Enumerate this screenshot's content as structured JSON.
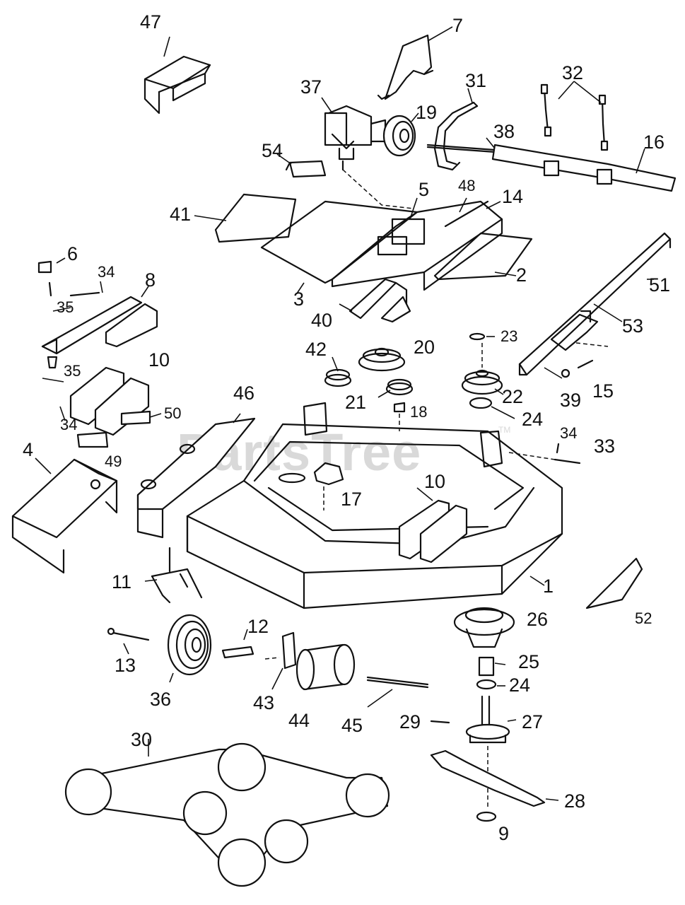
{
  "watermark": {
    "text": "PartsTree",
    "trademark": "TM"
  },
  "callouts": [
    "47",
    "7",
    "37",
    "19",
    "31",
    "32",
    "38",
    "16",
    "54",
    "5",
    "48",
    "14",
    "41",
    "2",
    "3",
    "40",
    "6",
    "34",
    "8",
    "35",
    "10",
    "51",
    "53",
    "23",
    "20",
    "42",
    "21",
    "18",
    "22",
    "39",
    "15",
    "24",
    "50",
    "46",
    "49",
    "4",
    "33",
    "17",
    "1",
    "11",
    "26",
    "52",
    "12",
    "13",
    "36",
    "43",
    "44",
    "45",
    "25",
    "29",
    "27",
    "30",
    "28",
    "9"
  ],
  "labels": {
    "p47": "47",
    "p7": "7",
    "p37": "37",
    "p19": "19",
    "p31": "31",
    "p32": "32",
    "p38": "38",
    "p16": "16",
    "p54": "54",
    "p5": "5",
    "p48": "48",
    "p14": "14",
    "p41": "41",
    "p2": "2",
    "p3": "3",
    "p40": "40",
    "p6": "6",
    "p34a": "34",
    "p8": "8",
    "p35a": "35",
    "p35b": "35",
    "p34b": "34",
    "p10a": "10",
    "p10b": "10",
    "p51": "51",
    "p53": "53",
    "p23": "23",
    "p20": "20",
    "p42": "42",
    "p21": "21",
    "p18": "18",
    "p22": "22",
    "p39": "39",
    "p15": "15",
    "p24a": "24",
    "p24b": "24",
    "p50": "50",
    "p46": "46",
    "p49": "49",
    "p4": "4",
    "p34c": "34",
    "p33": "33",
    "p17": "17",
    "p1": "1",
    "p11": "11",
    "p26": "26",
    "p52": "52",
    "p12": "12",
    "p13": "13",
    "p36": "36",
    "p43": "43",
    "p44": "44",
    "p45": "45",
    "p25": "25",
    "p29": "29",
    "p27": "27",
    "p30": "30",
    "p28": "28",
    "p9": "9"
  }
}
